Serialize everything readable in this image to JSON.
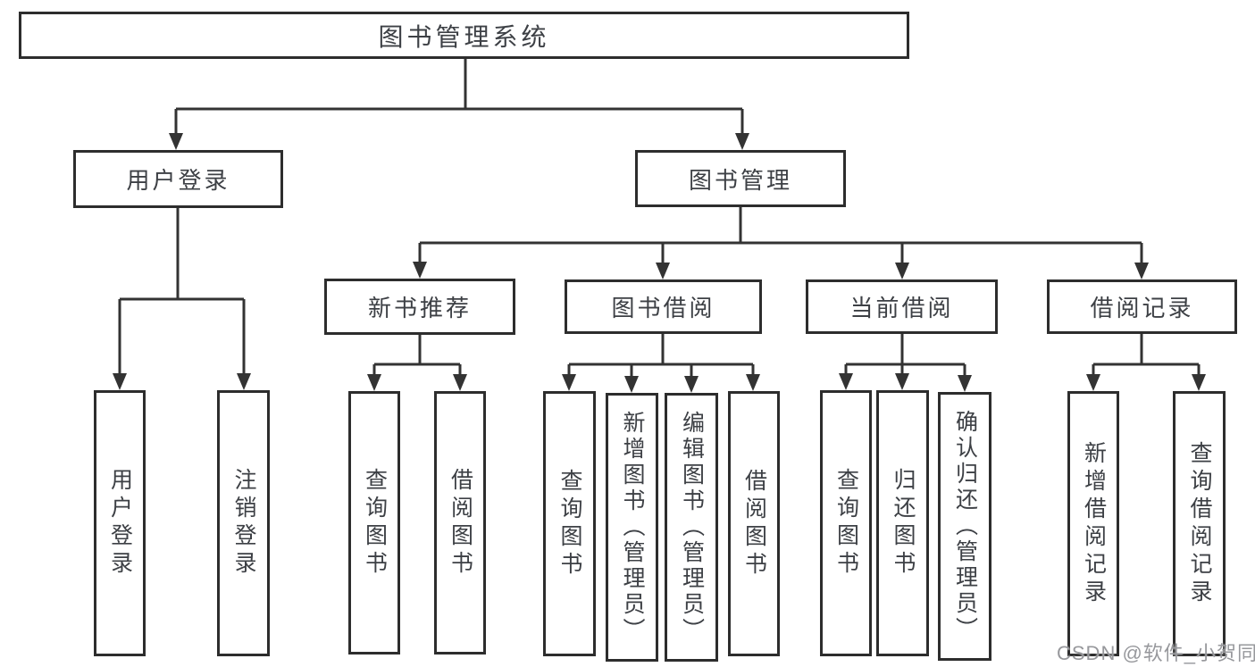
{
  "diagram": {
    "root": {
      "label": "图书管理系统"
    },
    "level2": [
      {
        "label": "用户登录"
      },
      {
        "label": "图书管理"
      }
    ],
    "level3": [
      {
        "label": "新书推荐"
      },
      {
        "label": "图书借阅"
      },
      {
        "label": "当前借阅"
      },
      {
        "label": "借阅记录"
      }
    ],
    "leaves": {
      "user_login": [
        {
          "label": "用户登录"
        },
        {
          "label": "注销登录"
        }
      ],
      "new_book": [
        {
          "label": "查询图书"
        },
        {
          "label": "借阅图书"
        }
      ],
      "book_borrow": [
        {
          "label": "查询图书"
        },
        {
          "label": "新增图书（管理员）"
        },
        {
          "label": "编辑图书（管理员）"
        },
        {
          "label": "借阅图书"
        }
      ],
      "current_borrow": [
        {
          "label": "查询图书"
        },
        {
          "label": "归还图书"
        },
        {
          "label": "确认归还（管理员）"
        }
      ],
      "borrow_records": [
        {
          "label": "新增借阅记录"
        },
        {
          "label": "查询借阅记录"
        }
      ]
    },
    "line_color": "#333333",
    "box_border_color": "#2d2d2d",
    "text_color": "#3d4045"
  },
  "watermark": {
    "text": "CSDN @软件_小贺同学",
    "color": "#97989c"
  }
}
